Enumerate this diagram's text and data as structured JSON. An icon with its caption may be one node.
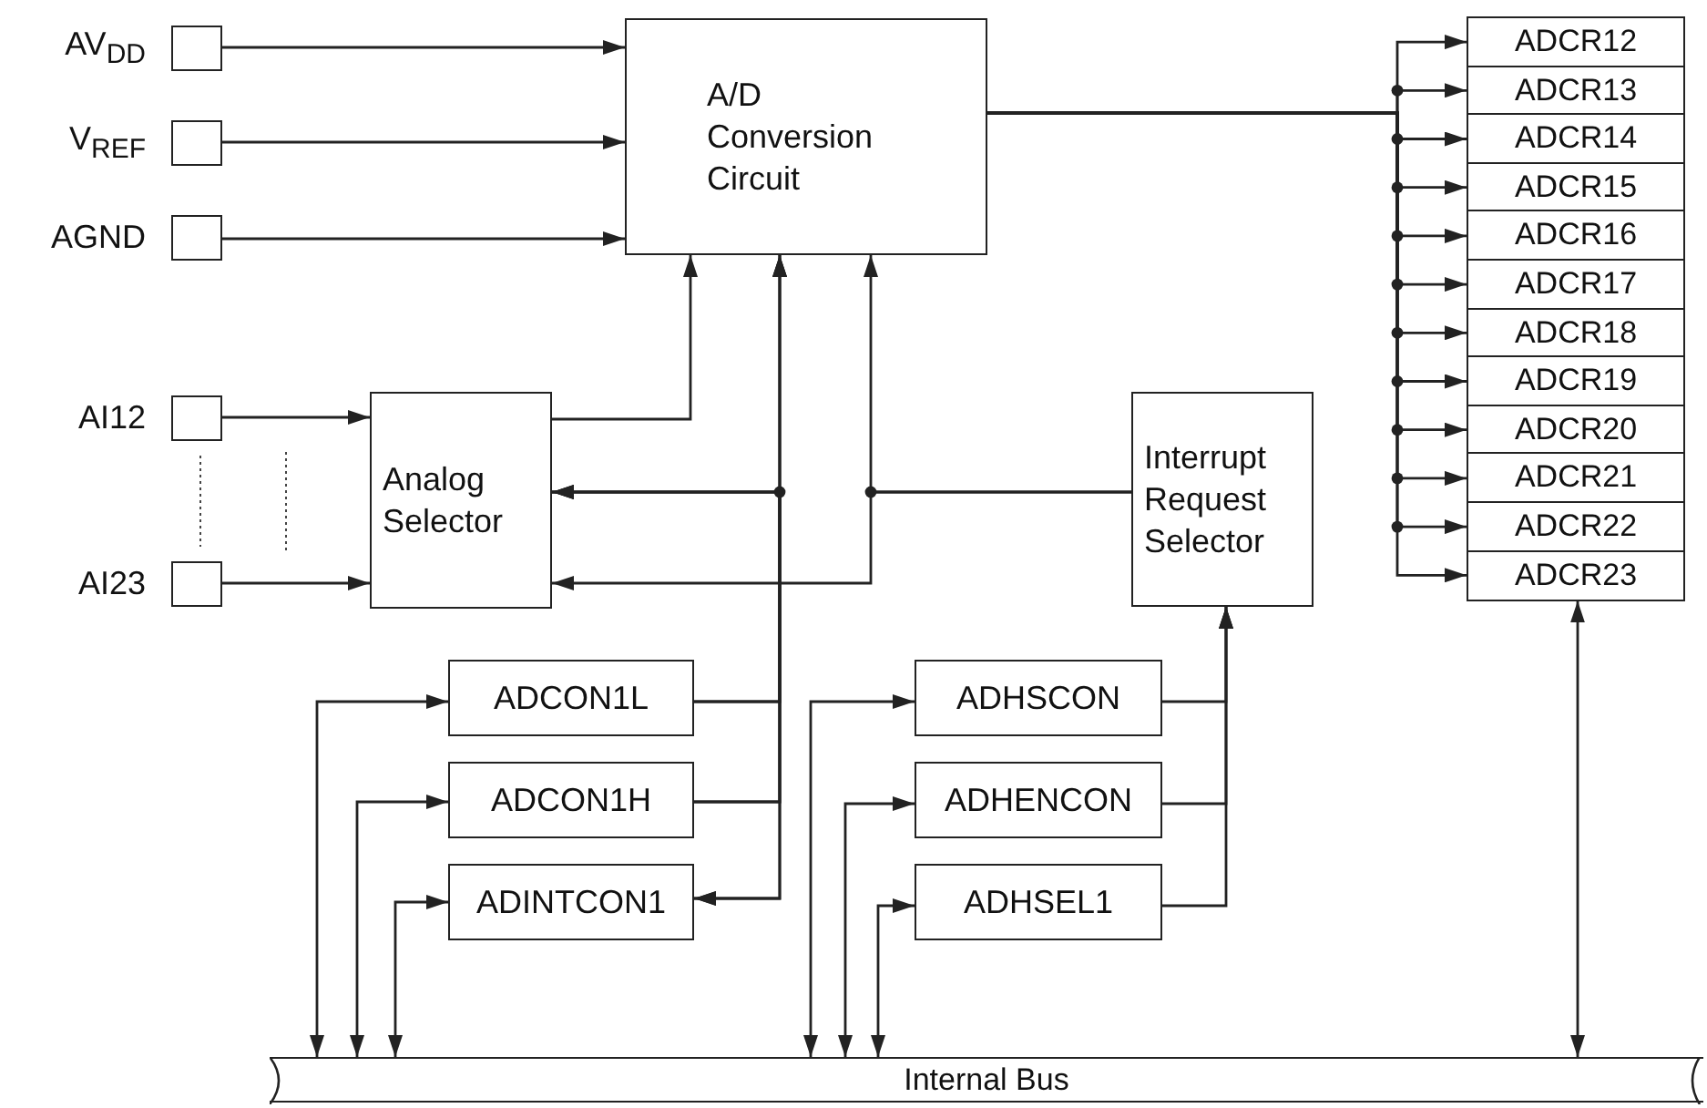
{
  "diagram": {
    "nodes": [
      {
        "text": [
          "AV$_{DD}$"
        ]
      },
      {
        "text": [
          "V$_{REF}$"
        ]
      },
      {
        "text": [
          "AGND"
        ]
      },
      {
        "text": [
          "A/D Conversion Circuit"
        ]
      },
      {
        "text": [
          "ADCR12"
        ]
      },
      {
        "text": [
          "ADCR13"
        ]
      },
      {
        "text": [
          "ADCR14"
        ]
      },
      {
        "text": [
          "ADCR15"
        ]
      },
      {
        "text": [
          "ADCR16"
        ]
      },
      {
        "text": [
          "ADCR17"
        ]
      },
      {
        "text": [
          "ADCR18"
        ]
      },
      {
        "text": [
          "ADCR19"
        ]
      },
      {
        "text": [
          "ADCR20"
        ]
      },
      {
        "text": [
          "ADCR21"
        ]
      },
      {
        "text": [
          "ADCR22"
        ]
      },
      {
        "text": [
          "ADCR23"
        ]
      },
      {
        "text": [
          "AI12"
        ]
      },
      {
        "text": [
          "AI23"
        ]
      },
      {
        "text": [
          "Analog Selector"
        ]
      },
      {
        "text": [
          "Interrupt Request Selector"
        ]
      },
      {
        "text": [
          "ADCON1L"
        ]
      },
      {
        "text": [
          "ADCON1H"
        ]
      },
      {
        "text": [
          "ADINTCON1"
        ]
      },
      {
        "text": [
          "ADHSCON"
        ]
      },
      {
        "text": [
          "ADHENCON"
        ]
      },
      {
        "text": [
          "ADHSEL1"
        ]
      },
      {
        "text": [
          "Internal Bus"
        ]
      }
    ],
    "edges": [
      {
        "from": 0,
        "to": 3,
        "arrow": "to"
      },
      {
        "from": 1,
        "to": 3,
        "arrow": "to"
      },
      {
        "from": 2,
        "to": 3,
        "arrow": "to"
      },
      {
        "from": 3,
        "to": 4,
        "arrow": "to"
      },
      {
        "from": 3,
        "to": 5,
        "arrow": "to"
      },
      {
        "from": 3,
        "to": 6,
        "arrow": "to"
      },
      {
        "from": 3,
        "to": 7,
        "arrow": "to"
      },
      {
        "from": 3,
        "to": 8,
        "arrow": "to"
      },
      {
        "from": 3,
        "to": 9,
        "arrow": "to"
      },
      {
        "from": 3,
        "to": 10,
        "arrow": "to"
      },
      {
        "from": 3,
        "to": 11,
        "arrow": "to"
      },
      {
        "from": 3,
        "to": 12,
        "arrow": "to"
      },
      {
        "from": 3,
        "to": 13,
        "arrow": "to"
      },
      {
        "from": 3,
        "to": 14,
        "arrow": "to"
      },
      {
        "from": 3,
        "to": 15,
        "arrow": "to"
      },
      {
        "from": 16,
        "to": 18,
        "arrow": "to"
      },
      {
        "from": 17,
        "to": 18,
        "arrow": "to"
      },
      {
        "from": 18,
        "to": 3,
        "arrow": "to"
      },
      {
        "from": 20,
        "to": 3,
        "arrow": "to"
      },
      {
        "from": 20,
        "to": 18,
        "arrow": "to"
      },
      {
        "from": 21,
        "to": 3,
        "arrow": "to"
      },
      {
        "from": 21,
        "to": 18,
        "arrow": "to"
      },
      {
        "from": 22,
        "to": 3,
        "arrow": "both"
      },
      {
        "from": 22,
        "to": 18,
        "arrow": "both"
      },
      {
        "from": 19,
        "to": 3,
        "arrow": "to"
      },
      {
        "from": 19,
        "to": 18,
        "arrow": "to"
      },
      {
        "from": 23,
        "to": 19,
        "arrow": "to"
      },
      {
        "from": 24,
        "to": 19,
        "arrow": "to"
      },
      {
        "from": 25,
        "to": 19,
        "arrow": "to"
      },
      {
        "from": 20,
        "to": 26,
        "arrow": "both"
      },
      {
        "from": 21,
        "to": 26,
        "arrow": "both"
      },
      {
        "from": 22,
        "to": 26,
        "arrow": "both"
      },
      {
        "from": 23,
        "to": 26,
        "arrow": "both"
      },
      {
        "from": 24,
        "to": 26,
        "arrow": "both"
      },
      {
        "from": 25,
        "to": 26,
        "arrow": "both"
      },
      {
        "from": 15,
        "to": 26,
        "arrow": "both"
      }
    ]
  }
}
